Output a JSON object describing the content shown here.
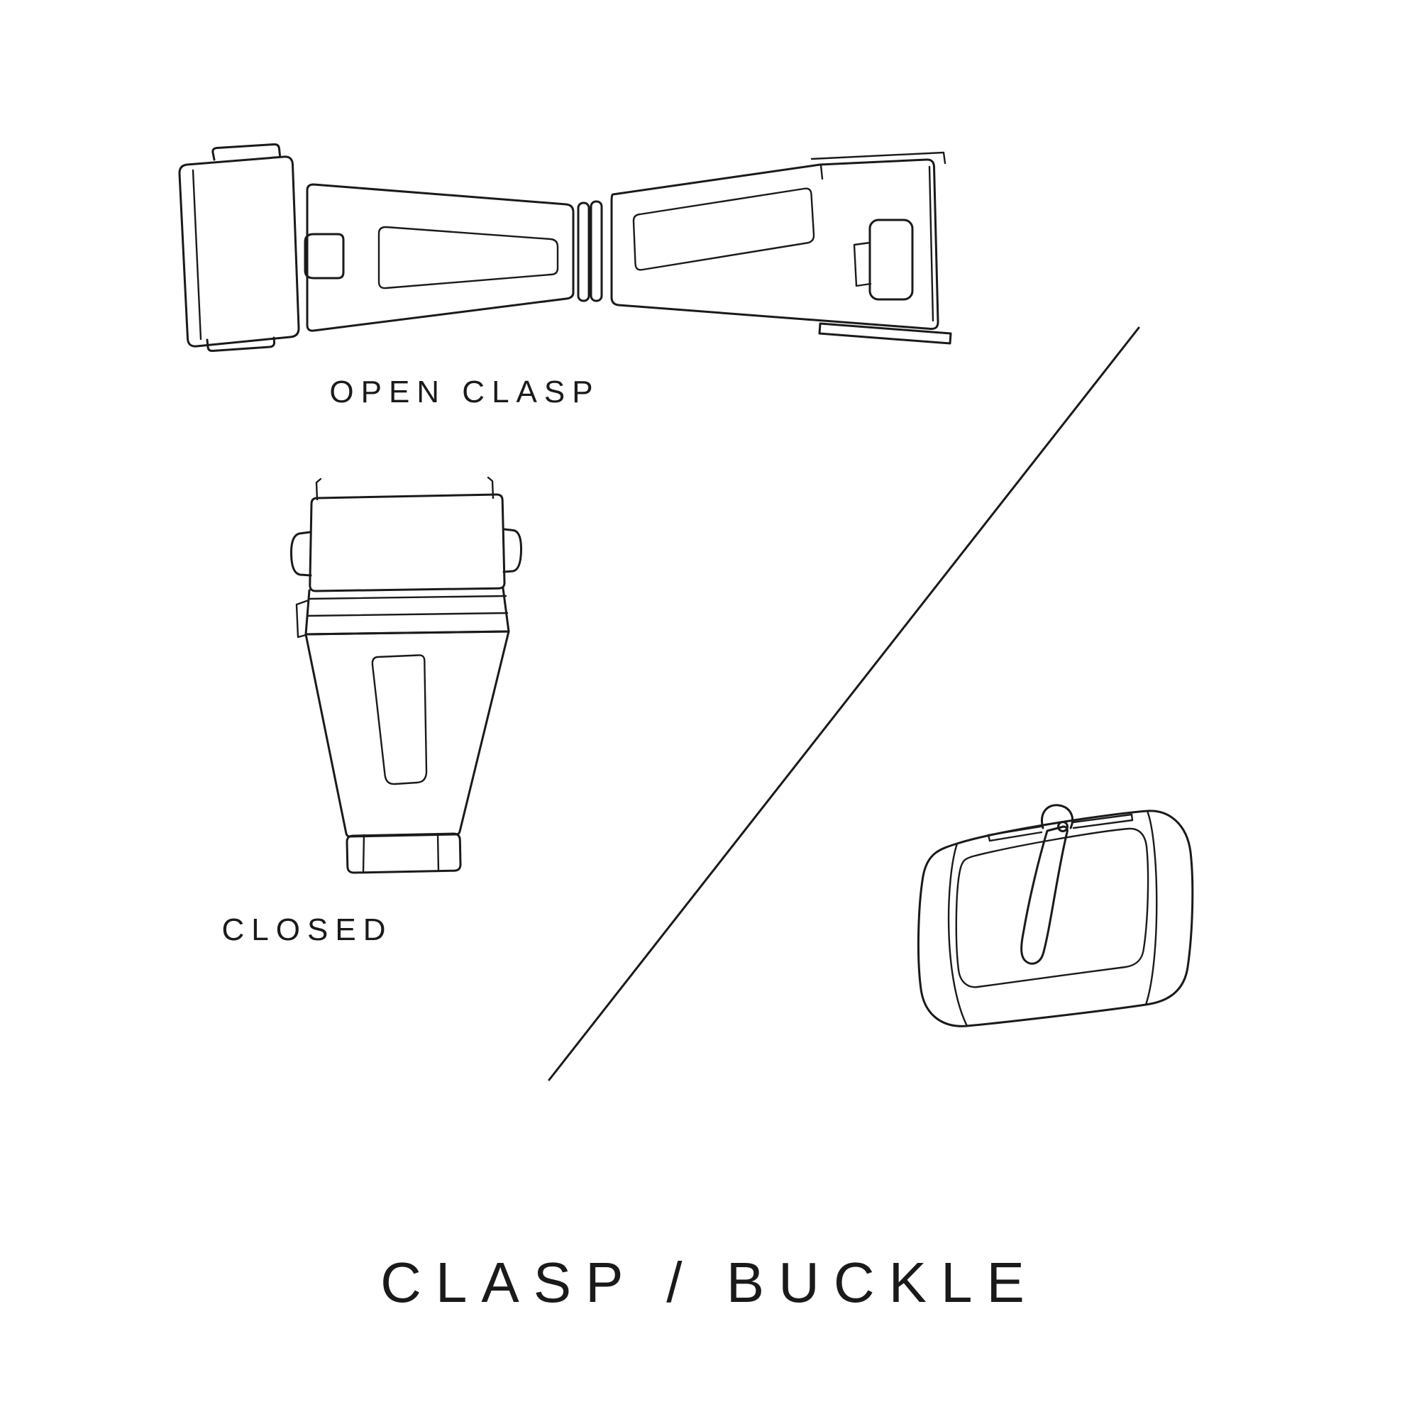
{
  "colors": {
    "line": "#1a1a1a",
    "background": "#ffffff"
  },
  "labels": {
    "open_clasp": "OPEN CLASP",
    "closed": "CLOSED",
    "title": "CLASP / BUCKLE"
  },
  "illustrations": {
    "top": "open-clasp-line-art",
    "middle_left": "closed-clasp-line-art",
    "bottom_right": "pin-buckle-line-art",
    "divider": "diagonal-line"
  }
}
